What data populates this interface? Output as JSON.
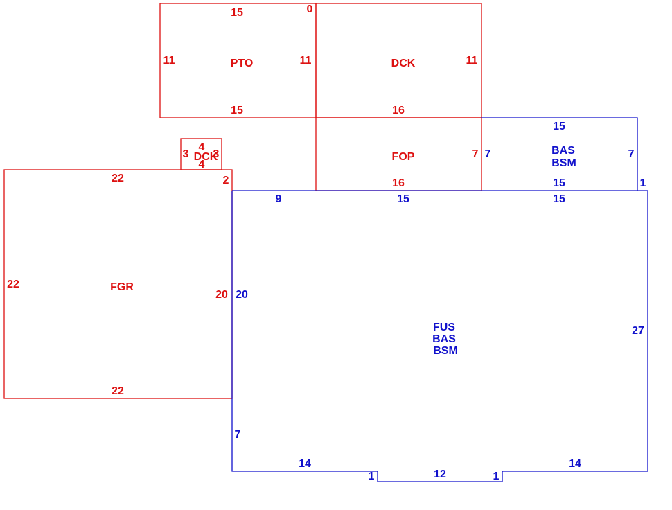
{
  "colors": {
    "red": "#dd1111",
    "blue": "#1111cc"
  },
  "areas": {
    "pto": {
      "label": "PTO"
    },
    "dck_top": {
      "label": "DCK"
    },
    "fop": {
      "label": "FOP"
    },
    "dck_small": {
      "label": "DCK"
    },
    "fgr": {
      "label": "FGR"
    },
    "bas_bsm": {
      "line1": "BAS",
      "line2": "BSM"
    },
    "fus_bas_bsm": {
      "line1": "FUS",
      "line2": "BAS",
      "line3": "BSM"
    }
  },
  "dims": {
    "pto_top": "15",
    "pto_zero": "0",
    "pto_left": "11",
    "pto_right": "11",
    "pto_bottom": "15",
    "dck_right": "11",
    "dck_bottom": "16",
    "fop_right": "7",
    "fop_bottom": "16",
    "dcks_top": "4",
    "dcks_left": "3",
    "dcks_right": "3",
    "dcks_bottom": "4",
    "fgr_top": "22",
    "fgr_left": "22",
    "fgr_right": "20",
    "fgr_bottom": "22",
    "fgr_corner": "2",
    "bas_top": "15",
    "bas_left": "7",
    "bas_right": "7",
    "bas_bottom": "15",
    "bas_corner": "1",
    "fus_top_a": "9",
    "fus_top_b": "15",
    "fus_top_c": "15",
    "fus_left": "20",
    "fus_right": "27",
    "fus_left_low": "7",
    "fus_bottom_left": "14",
    "fus_bottom_mid": "12",
    "fus_bottom_right": "14",
    "fus_step_left": "1",
    "fus_step_right": "1"
  }
}
